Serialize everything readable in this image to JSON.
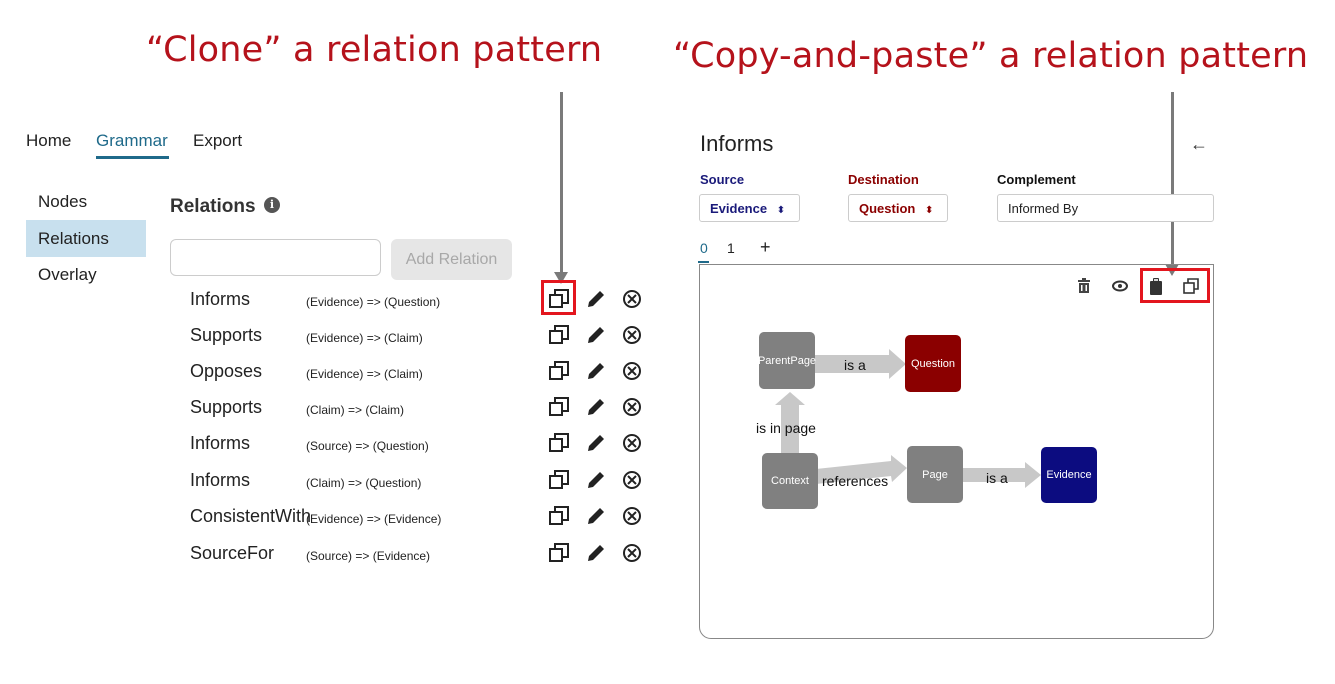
{
  "captions": {
    "left": "“Clone” a relation pattern",
    "right": "“Copy-and-paste” a relation pattern"
  },
  "topnav": {
    "home": "Home",
    "grammar": "Grammar",
    "export": "Export"
  },
  "sidebar": {
    "items": [
      {
        "label": "Nodes"
      },
      {
        "label": "Relations"
      },
      {
        "label": "Overlay"
      }
    ]
  },
  "relations": {
    "title": "Relations",
    "info_icon": "info-icon",
    "input_value": "",
    "add_button": "Add Relation",
    "rows": [
      {
        "name": "Informs",
        "signature": "(Evidence) => (Question)"
      },
      {
        "name": "Supports",
        "signature": "(Evidence) => (Claim)"
      },
      {
        "name": "Opposes",
        "signature": "(Evidence) => (Claim)"
      },
      {
        "name": "Supports",
        "signature": "(Claim) => (Claim)"
      },
      {
        "name": "Informs",
        "signature": "(Source) => (Question)"
      },
      {
        "name": "Informs",
        "signature": "(Claim) => (Question)"
      },
      {
        "name": "ConsistentWith",
        "signature": "(Evidence) => (Evidence)"
      },
      {
        "name": "SourceFor",
        "signature": "(Source) => (Evidence)"
      }
    ],
    "row_icons": [
      "clone-icon",
      "pencil-icon",
      "delete-circle-icon"
    ]
  },
  "editor": {
    "title": "Informs",
    "back_icon": "arrow-left-icon",
    "source_label": "Source",
    "source_value": "Evidence",
    "destination_label": "Destination",
    "destination_value": "Question",
    "complement_label": "Complement",
    "complement_value": "Informed By",
    "tabs": [
      "0",
      "1"
    ],
    "add_tab": "+",
    "toolbar_icons": [
      "trash-icon",
      "eye-icon",
      "clipboard-icon",
      "copy-icon"
    ],
    "graph": {
      "nodes": [
        {
          "id": "parentpage",
          "label": "ParentPage"
        },
        {
          "id": "question",
          "label": "Question"
        },
        {
          "id": "context",
          "label": "Context"
        },
        {
          "id": "page",
          "label": "Page"
        },
        {
          "id": "evidence",
          "label": "Evidence"
        }
      ],
      "edges": [
        {
          "from": "parentpage",
          "to": "question",
          "label": "is a"
        },
        {
          "from": "context",
          "to": "parentpage",
          "label": "is in page"
        },
        {
          "from": "context",
          "to": "page",
          "label": "references"
        },
        {
          "from": "page",
          "to": "evidence",
          "label": "is a"
        }
      ]
    }
  },
  "colors": {
    "caption": "#b5121b",
    "nav_active": "#1f6a8a",
    "sidebar_selected": "#c8e0ee",
    "highlight": "#e3161e",
    "source_text": "#1a1a7a",
    "destination_text": "#8b0000",
    "node_gray": "#808080",
    "node_question": "#8b0000",
    "node_evidence": "#0c0c80"
  }
}
